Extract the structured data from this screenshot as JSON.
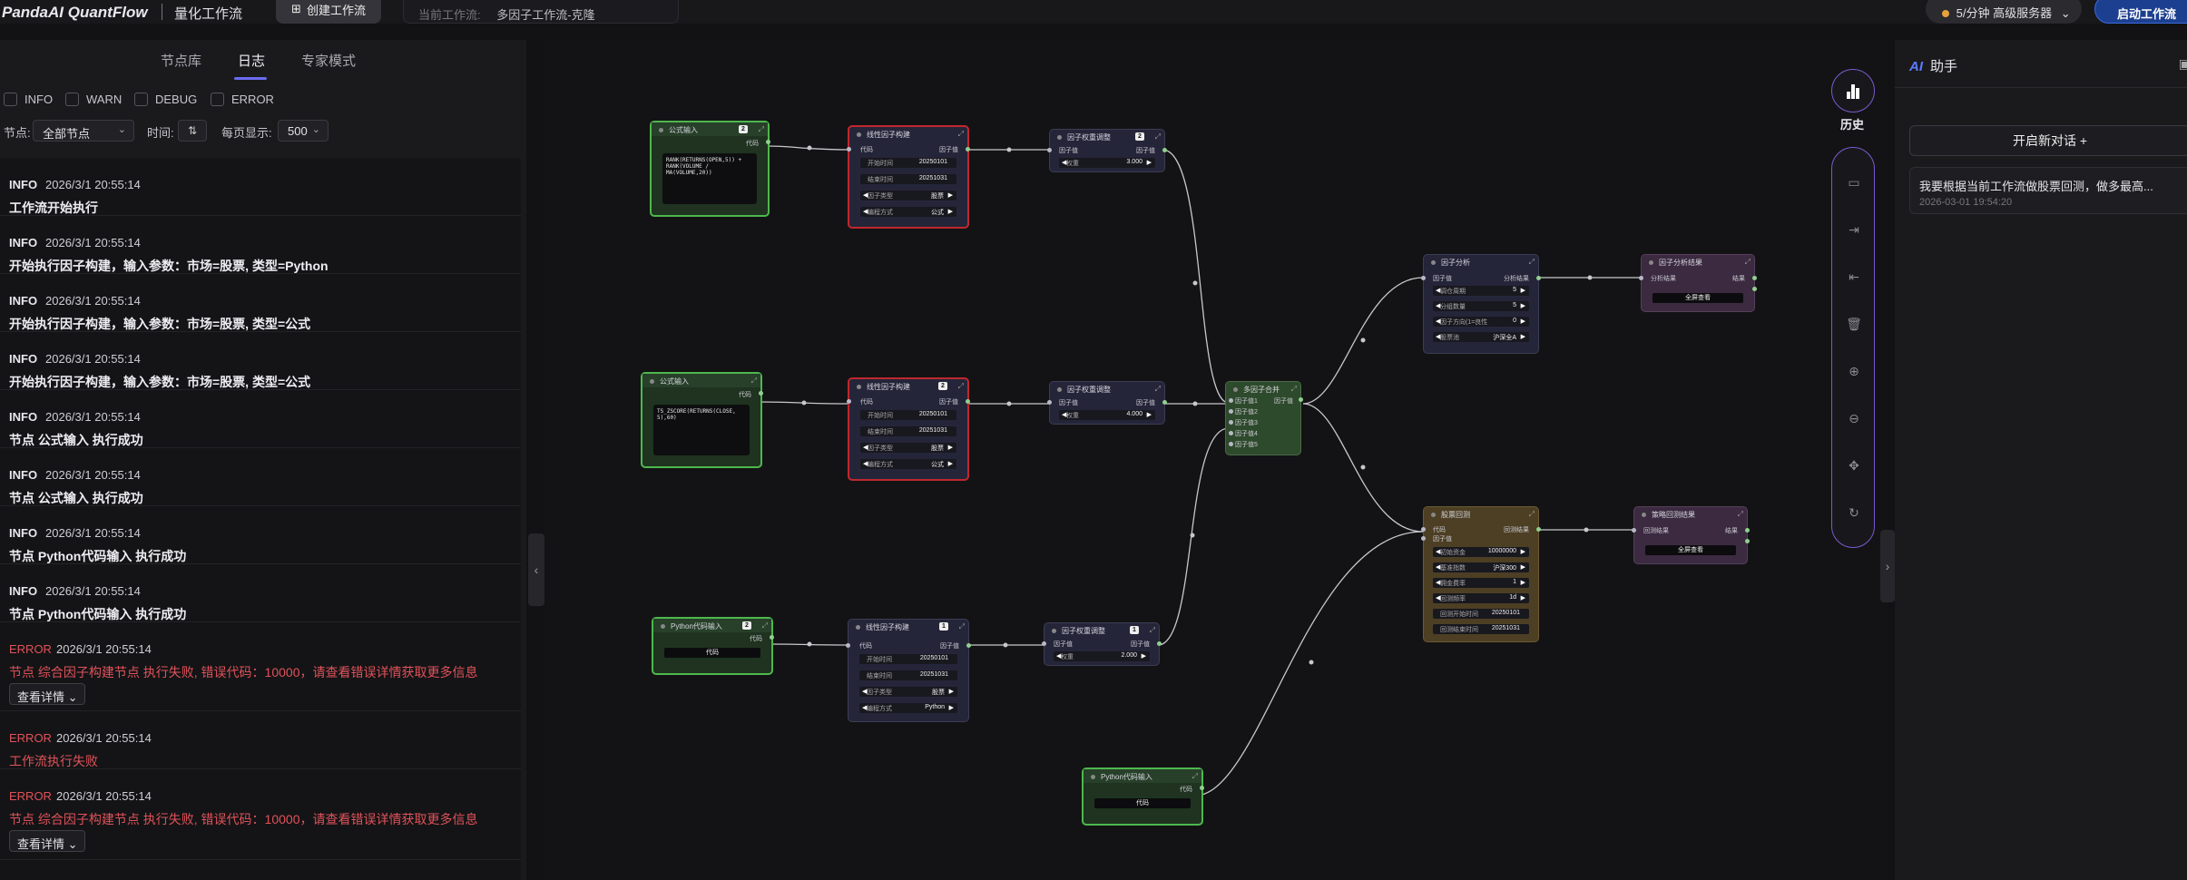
{
  "header": {
    "brand": "PandaAI QuantFlow",
    "subtitle": "量化工作流",
    "create_button": "创建工作流",
    "current_label": "当前工作流:",
    "current_value": "多因子工作流-克隆",
    "server": "5/分钟  高级服务器",
    "start_button": "启动工作流"
  },
  "left_panel": {
    "tabs": [
      "节点库",
      "日志",
      "专家模式"
    ],
    "active_tab": "日志",
    "levels": [
      "INFO",
      "WARN",
      "DEBUG",
      "ERROR"
    ],
    "filters": {
      "node_label": "节点:",
      "node_value": "全部节点",
      "time_label": "时间:",
      "page_size_label": "每页显示:",
      "page_size_value": "500"
    },
    "logs": [
      {
        "level": "INFO",
        "time": "2026/3/1 20:55:14",
        "message": "工作流开始执行"
      },
      {
        "level": "INFO",
        "time": "2026/3/1 20:55:14",
        "message": "开始执行因子构建，输入参数：市场=股票, 类型=Python"
      },
      {
        "level": "INFO",
        "time": "2026/3/1 20:55:14",
        "message": "开始执行因子构建，输入参数：市场=股票, 类型=公式"
      },
      {
        "level": "INFO",
        "time": "2026/3/1 20:55:14",
        "message": "开始执行因子构建，输入参数：市场=股票, 类型=公式"
      },
      {
        "level": "INFO",
        "time": "2026/3/1 20:55:14",
        "message": "节点 公式输入 执行成功"
      },
      {
        "level": "INFO",
        "time": "2026/3/1 20:55:14",
        "message": "节点 公式输入 执行成功"
      },
      {
        "level": "INFO",
        "time": "2026/3/1 20:55:14",
        "message": "节点 Python代码输入 执行成功"
      },
      {
        "level": "INFO",
        "time": "2026/3/1 20:55:14",
        "message": "节点 Python代码输入 执行成功"
      },
      {
        "level": "ERROR",
        "time": "2026/3/1 20:55:14",
        "message": "节点 综合因子构建节点 执行失败, 错误代码：10000，请查看错误详情获取更多信息",
        "detail": "查看详情"
      },
      {
        "level": "ERROR",
        "time": "2026/3/1 20:55:14",
        "message": "工作流执行失败"
      },
      {
        "level": "ERROR",
        "time": "2026/3/1 20:55:14",
        "message": "节点 综合因子构建节点 执行失败, 错误代码：10000，请查看错误详情获取更多信息",
        "detail": "查看详情"
      }
    ]
  },
  "canvas": {
    "nodes": {
      "formula1": {
        "title": "公式输入",
        "badge": "2",
        "port_out": "代码",
        "code": "RANK(RETURNS(OPEN,5)) +\nRANK(VOLUME /\nMA(VOLUME,20))"
      },
      "formula2": {
        "title": "公式输入",
        "port_out": "代码",
        "code": "TS_ZSCORE(RETURNS(CLOSE,\n5),60)"
      },
      "python1": {
        "title": "Python代码输入",
        "badge": "2",
        "port_out": "代码",
        "button": "代码"
      },
      "python2": {
        "title": "Python代码输入",
        "port_out": "代码",
        "button": "代码"
      },
      "build1": {
        "title": "线性因子构建",
        "port_in": "代码",
        "port_out": "因子值",
        "start_label": "开始时间",
        "start": "20250101",
        "end_label": "结束时间",
        "end": "20251031",
        "type_label": "因子类型",
        "type": "股票",
        "mode_label": "编程方式",
        "mode": "公式"
      },
      "build2": {
        "title": "线性因子构建",
        "badge": "2",
        "port_in": "代码",
        "port_out": "因子值",
        "start_label": "开始时间",
        "start": "20250101",
        "end_label": "结束时间",
        "end": "20251031",
        "type_label": "因子类型",
        "type": "股票",
        "mode_label": "编程方式",
        "mode": "公式"
      },
      "build3": {
        "title": "线性因子构建",
        "badge": "1",
        "port_in": "代码",
        "port_out": "因子值",
        "start_label": "开始时间",
        "start": "20250101",
        "end_label": "结束时间",
        "end": "20251031",
        "type_label": "因子类型",
        "type": "股票",
        "mode_label": "编程方式",
        "mode": "Python"
      },
      "weight1": {
        "title": "因子权重调整",
        "badge": "2",
        "port_in": "因子值",
        "port_out": "因子值",
        "w_label": "权重",
        "w": "3.000"
      },
      "weight2": {
        "title": "因子权重调整",
        "port_in": "因子值",
        "port_out": "因子值",
        "w_label": "权重",
        "w": "4.000"
      },
      "weight3": {
        "title": "因子权重调整",
        "badge": "1",
        "port_in": "因子值",
        "port_out": "因子值",
        "w_label": "权重",
        "w": "2.000"
      },
      "merge": {
        "title": "多因子合并",
        "port_out": "因子值",
        "inputs": [
          "因子值1",
          "因子值2",
          "因子值3",
          "因子值4",
          "因子值5"
        ]
      },
      "analysis": {
        "title": "因子分析",
        "port_in": "因子值",
        "port_out": "分析结果",
        "f1_label": "调仓周期",
        "f1": "5",
        "f2_label": "分组数量",
        "f2": "5",
        "f3_label": "因子方向(1=良性",
        "f3": "0",
        "f4_label": "股票池",
        "f4": "沪深全A"
      },
      "analysis_result": {
        "title": "因子分析结果",
        "port_in": "分析结果",
        "port_out": "结果",
        "button": "全屏查看"
      },
      "backtest": {
        "title": "股票回测",
        "port_in1": "代码",
        "port_out": "回测结果",
        "port_in2": "因子值",
        "f1_label": "初始资金",
        "f1": "10000000",
        "f2_label": "基准指数",
        "f2": "沪深300",
        "f3_label": "佣金费率",
        "f3": "1",
        "f4_label": "回测频率",
        "f4": "1d",
        "f5_label": "回测开始时间",
        "f5": "20250101",
        "f6_label": "回测结束时间",
        "f6": "20251031"
      },
      "backtest_result": {
        "title": "策略回测结果",
        "port_in": "回测结果",
        "port_out": "结果",
        "button": "全屏查看"
      }
    }
  },
  "toolbar": {
    "history_label": "历史",
    "tools": [
      "save-icon",
      "export-icon",
      "import-icon",
      "trash-icon",
      "zoom-in-icon",
      "zoom-out-icon",
      "fit-icon",
      "refresh-icon"
    ]
  },
  "assistant": {
    "ai": "AI",
    "title": "助手",
    "new_chat": "开启新对话 +",
    "history_title": "我要根据当前工作流做股票回测，做多最高...",
    "history_date": "2026-03-01 19:54:20"
  },
  "colors": {
    "accent": "#6b6bf0",
    "error": "#e0525a",
    "start": "#1c3f8f"
  }
}
